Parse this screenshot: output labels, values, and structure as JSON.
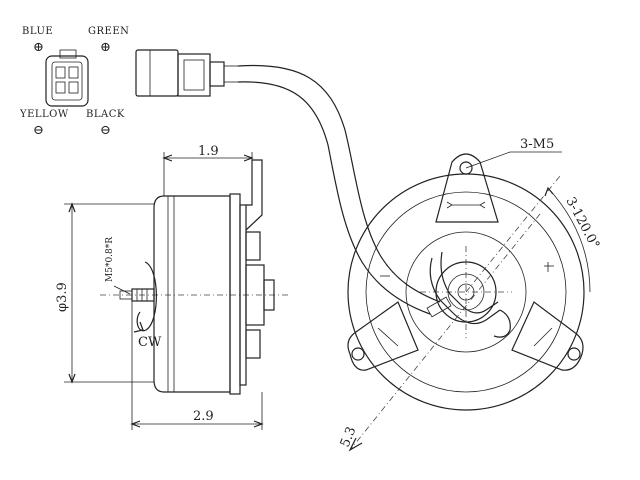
{
  "connector": {
    "labels": {
      "blue": "BLUE",
      "green": "GREEN",
      "yellow": "YELLOW",
      "black": "BLACK"
    },
    "symbols": {
      "plus": "⊕",
      "minus": "⊖"
    }
  },
  "dimensions": {
    "top_width": "1.9",
    "bottom_width": "2.9",
    "diameter": "φ3.9",
    "thread": "M5*0.8*R",
    "rotation": "CW",
    "bolt_spec": "3-M5",
    "bolt_angle": "3-120.0°",
    "pcd": "5.3"
  },
  "colors": {
    "line": "#222222",
    "background": "#ffffff"
  }
}
